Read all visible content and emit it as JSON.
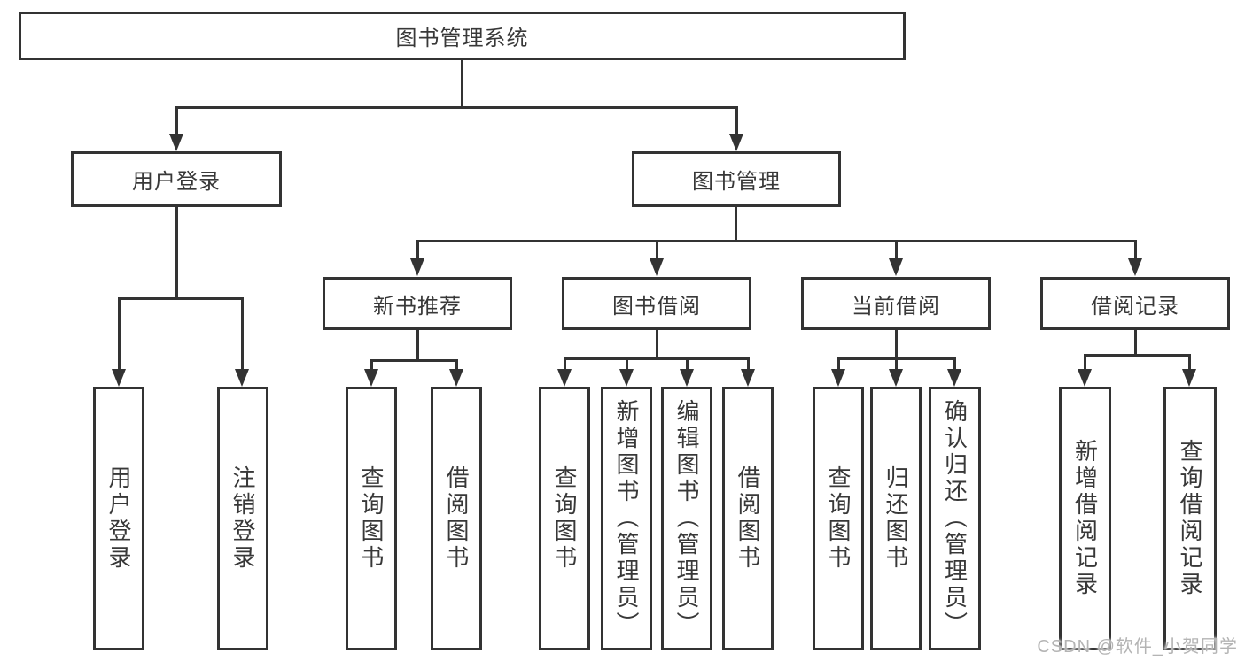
{
  "tree": {
    "root": {
      "label": "图书管理系统"
    },
    "level2": [
      {
        "label": "用户登录",
        "children": [
          "用户登录",
          "注销登录"
        ]
      },
      {
        "label": "图书管理"
      }
    ],
    "level3": [
      {
        "label": "新书推荐",
        "children": [
          "查询图书",
          "借阅图书"
        ]
      },
      {
        "label": "图书借阅",
        "children": [
          "查询图书",
          "新增图书（管理员）",
          "编辑图书（管理员）",
          "借阅图书"
        ]
      },
      {
        "label": "当前借阅",
        "children": [
          "查询图书",
          "归还图书",
          "确认归还（管理员）"
        ]
      },
      {
        "label": "借阅记录",
        "children": [
          "新增借阅记录",
          "查询借阅记录"
        ]
      }
    ]
  },
  "watermark": "CSDN @软件_小贺同学",
  "colors": {
    "line": "#333333",
    "text": "#383838",
    "background": "#ffffff",
    "watermark": "#b4b4b4"
  }
}
